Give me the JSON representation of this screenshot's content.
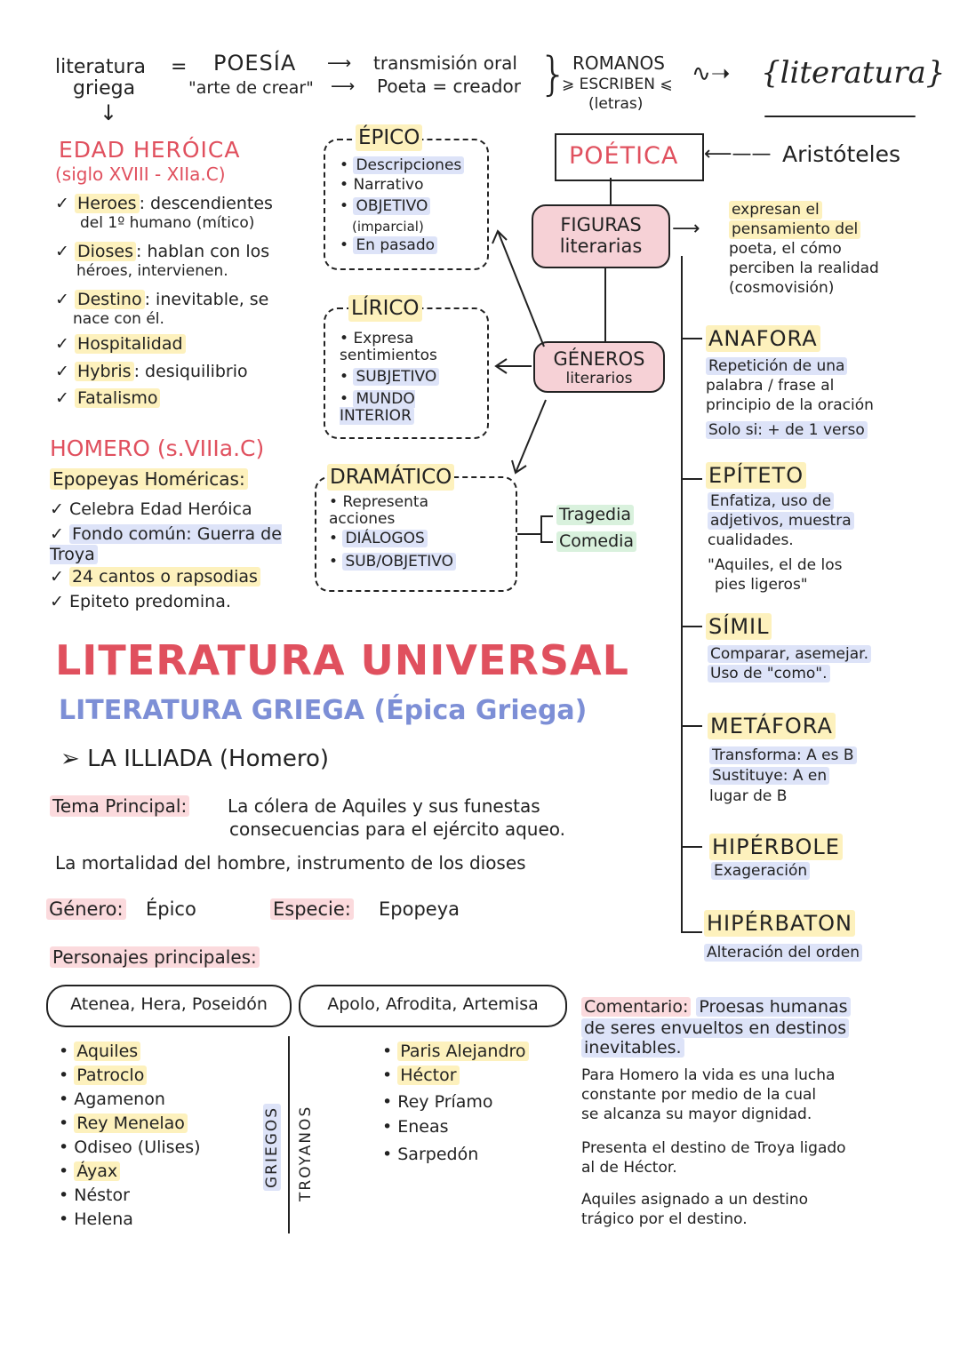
{
  "top": {
    "lit_label_1": "literatura",
    "lit_label_2": "griega",
    "equals": "=",
    "poesia": "POESÍA",
    "arte": "\"arte de crear\"",
    "transmision": "transmisión oral",
    "poeta": "Poeta = creador",
    "romanos": "ROMANOS",
    "escriben": "ESCRIBEN",
    "letras": "(letras)",
    "literatura_deco": "literatura"
  },
  "edad": {
    "title": "EDAD HERÓICA",
    "subtitle": "(siglo XVIII - XIIa.C)",
    "items": [
      {
        "key": "Heroes",
        "rest1": ": descendientes",
        "rest2": "del 1º humano (mítico)"
      },
      {
        "key": "Dioses",
        "rest1": ": hablan con los",
        "rest2": "héroes, intervienen."
      },
      {
        "key": "Destino",
        "rest1": ": inevitable, se",
        "rest2": "nace con él."
      },
      {
        "key": "Hospitalidad",
        "rest1": "",
        "rest2": ""
      },
      {
        "key": "Hybris",
        "rest1": ": desiquilibrio",
        "rest2": ""
      },
      {
        "key": "Fatalismo",
        "rest1": "",
        "rest2": ""
      }
    ]
  },
  "homero": {
    "title": "HOMERO (s.VIIIa.C)",
    "sub": "Epopeyas Homéricas:",
    "items": [
      "Celebra Edad Heróica",
      "Fondo común: Guerra de Troya",
      "24 cantos o rapsodias",
      "Epiteto predomina."
    ]
  },
  "epico": {
    "title": "ÉPICO",
    "items": [
      "Descripciones",
      "Narrativo",
      "OBJETIVO",
      "(imparcial)",
      "En pasado"
    ]
  },
  "lirico": {
    "title": "LÍRICO",
    "items": [
      "Expresa sentimientos",
      "SUBJETIVO",
      "MUNDO INTERIOR"
    ]
  },
  "dramatico": {
    "title": "DRAMÁTICO",
    "items": [
      "Representa acciones",
      "DIÁLOGOS",
      "SUB/OBJETIVO"
    ],
    "sub": [
      "Tragedia",
      "Comedia"
    ]
  },
  "poetica": {
    "title": "POÉTICA",
    "aristoteles": "Aristóteles",
    "figuras": [
      "FIGURAS",
      "literarias"
    ],
    "generos": [
      "GÉNEROS",
      "literarios"
    ],
    "expresan": [
      "expresan el",
      "pensamiento del",
      "poeta, el cómo",
      "perciben la realidad",
      "(cosmovisión)"
    ]
  },
  "figures": [
    {
      "name": "ANAFORA",
      "lines": [
        "Repetición de una",
        "palabra / frase al",
        "principio de la oración",
        "Solo si: + de 1 verso"
      ]
    },
    {
      "name": "EPÍTETO",
      "lines": [
        "Enfatiza, uso de",
        "adjetivos, muestra",
        "cualidades.",
        "\"Aquiles, el de los",
        "pies ligeros\""
      ]
    },
    {
      "name": "SÍMIL",
      "lines": [
        "Comparar, asemejar.",
        "Uso de \"como\"."
      ]
    },
    {
      "name": "METÁFORA",
      "lines": [
        "Transforma: A es B",
        "Sustituye: A en",
        "lugar de B"
      ]
    },
    {
      "name": "HIPÉRBOLE",
      "lines": [
        "Exageración"
      ]
    },
    {
      "name": "HIPÉRBATON",
      "lines": [
        "Alteración del orden"
      ]
    }
  ],
  "main": {
    "title": "LITERATURA UNIVERSAL",
    "subtitle": "LITERATURA GRIEGA (Épica Griega)",
    "iliada": "LA ILLIADA (Homero)",
    "tema_label": "Tema Principal:",
    "tema_1": "La cólera de Aquiles y sus funestas",
    "tema_2": "consecuencias para el ejército aqueo.",
    "mortalidad": "La mortalidad del hombre, instrumento de los dioses",
    "genero_label": "Género:",
    "genero_val": "Épico",
    "especie_label": "Especie:",
    "especie_val": "Epopeya",
    "personajes": "Personajes principales:"
  },
  "gods": {
    "griegos_gods": "Atenea, Hera, Poseidón",
    "troyanos_gods": "Apolo, Afrodita, Artemisa",
    "griegos_label": "GRIEGOS",
    "troyanos_label": "TROYANOS",
    "griegos": [
      "Aquiles",
      "Patroclo",
      "Agamenon",
      "Rey Menelao",
      "Odiseo (Ulises)",
      "Áyax",
      "Néstor",
      "Helena"
    ],
    "troyanos": [
      "Paris Alejandro",
      "Héctor",
      "Rey Príamo",
      "Eneas",
      "Sarpedón"
    ]
  },
  "comentario": {
    "label": "Comentario:",
    "p1": [
      "Proesas humanas",
      "de seres envueltos en destinos",
      "inevitables."
    ],
    "p2": [
      "Para Homero la vida es una lucha",
      "constante por medio de la cual",
      "se alcanza su mayor dignidad."
    ],
    "p3": [
      "Presenta el destino de Troya ligado",
      "al de Héctor."
    ],
    "p4": [
      "Aquiles asignado a un destino",
      "trágico por el destino."
    ]
  }
}
